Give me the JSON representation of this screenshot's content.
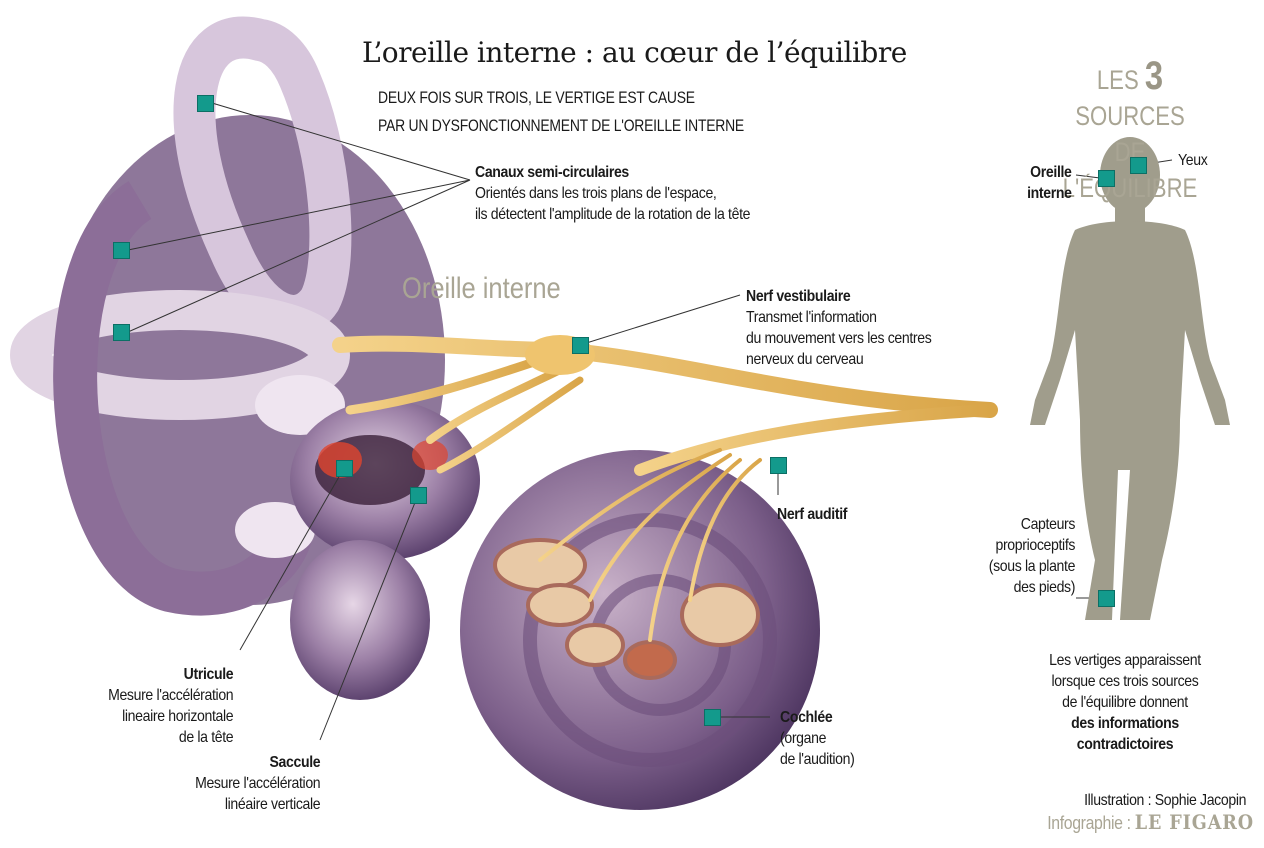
{
  "title": "L’oreille interne : au cœur de l’équilibre",
  "subtitle": [
    "DEUX FOIS SUR TROIS, LE VERTIGE EST CAUSE",
    "PAR UN DYSFONCTIONNEMENT DE L'OREILLE INTERNE"
  ],
  "ear_label": "Oreille interne",
  "labels": {
    "canaux": {
      "title": "Canaux semi-circulaires",
      "lines": [
        "Orientés dans les trois plans de l'espace,",
        "ils détectent l'amplitude de la rotation de la tête"
      ]
    },
    "nerf_vestibulaire": {
      "title": "Nerf vestibulaire",
      "lines": [
        "Transmet l'information",
        "du mouvement vers les centres",
        "nerveux du cerveau"
      ]
    },
    "nerf_auditif": {
      "title": "Nerf auditif"
    },
    "utricule": {
      "title": "Utricule",
      "lines": [
        "Mesure l'accélération",
        "lineaire horizontale",
        "de la tête"
      ]
    },
    "saccule": {
      "title": "Saccule",
      "lines": [
        "Mesure l'accélération",
        "linéaire verticale"
      ]
    },
    "cochlee": {
      "title": "Cochlée",
      "lines": [
        "(organe",
        "de l'audition)"
      ]
    }
  },
  "sources": {
    "line1_pre": "LES",
    "line1_num": "3",
    "line1_post": "SOURCES",
    "line2": "DE L'ÉQUILIBRE",
    "oreille": [
      "Oreille",
      "interne"
    ],
    "yeux": "Yeux",
    "capteurs": [
      "Capteurs",
      "proprioceptifs",
      "(sous la plante",
      "des pieds)"
    ],
    "conclusion": [
      "Les vertiges apparaissent",
      "lorsque ces trois sources",
      "de l'équilibre donnent"
    ],
    "conclusion_bold": [
      "des informations",
      "contradictoires"
    ]
  },
  "credits": {
    "illustration": "Illustration : Sophie Jacopin",
    "infographie": "Infographie :",
    "brand": "LE FIGARO"
  },
  "colors": {
    "marker": "#139a8c",
    "silhouette": "#a09d8c",
    "accent_gray": "#a9a594",
    "nerve": "#e8b860",
    "ear": "#8a6f95"
  }
}
